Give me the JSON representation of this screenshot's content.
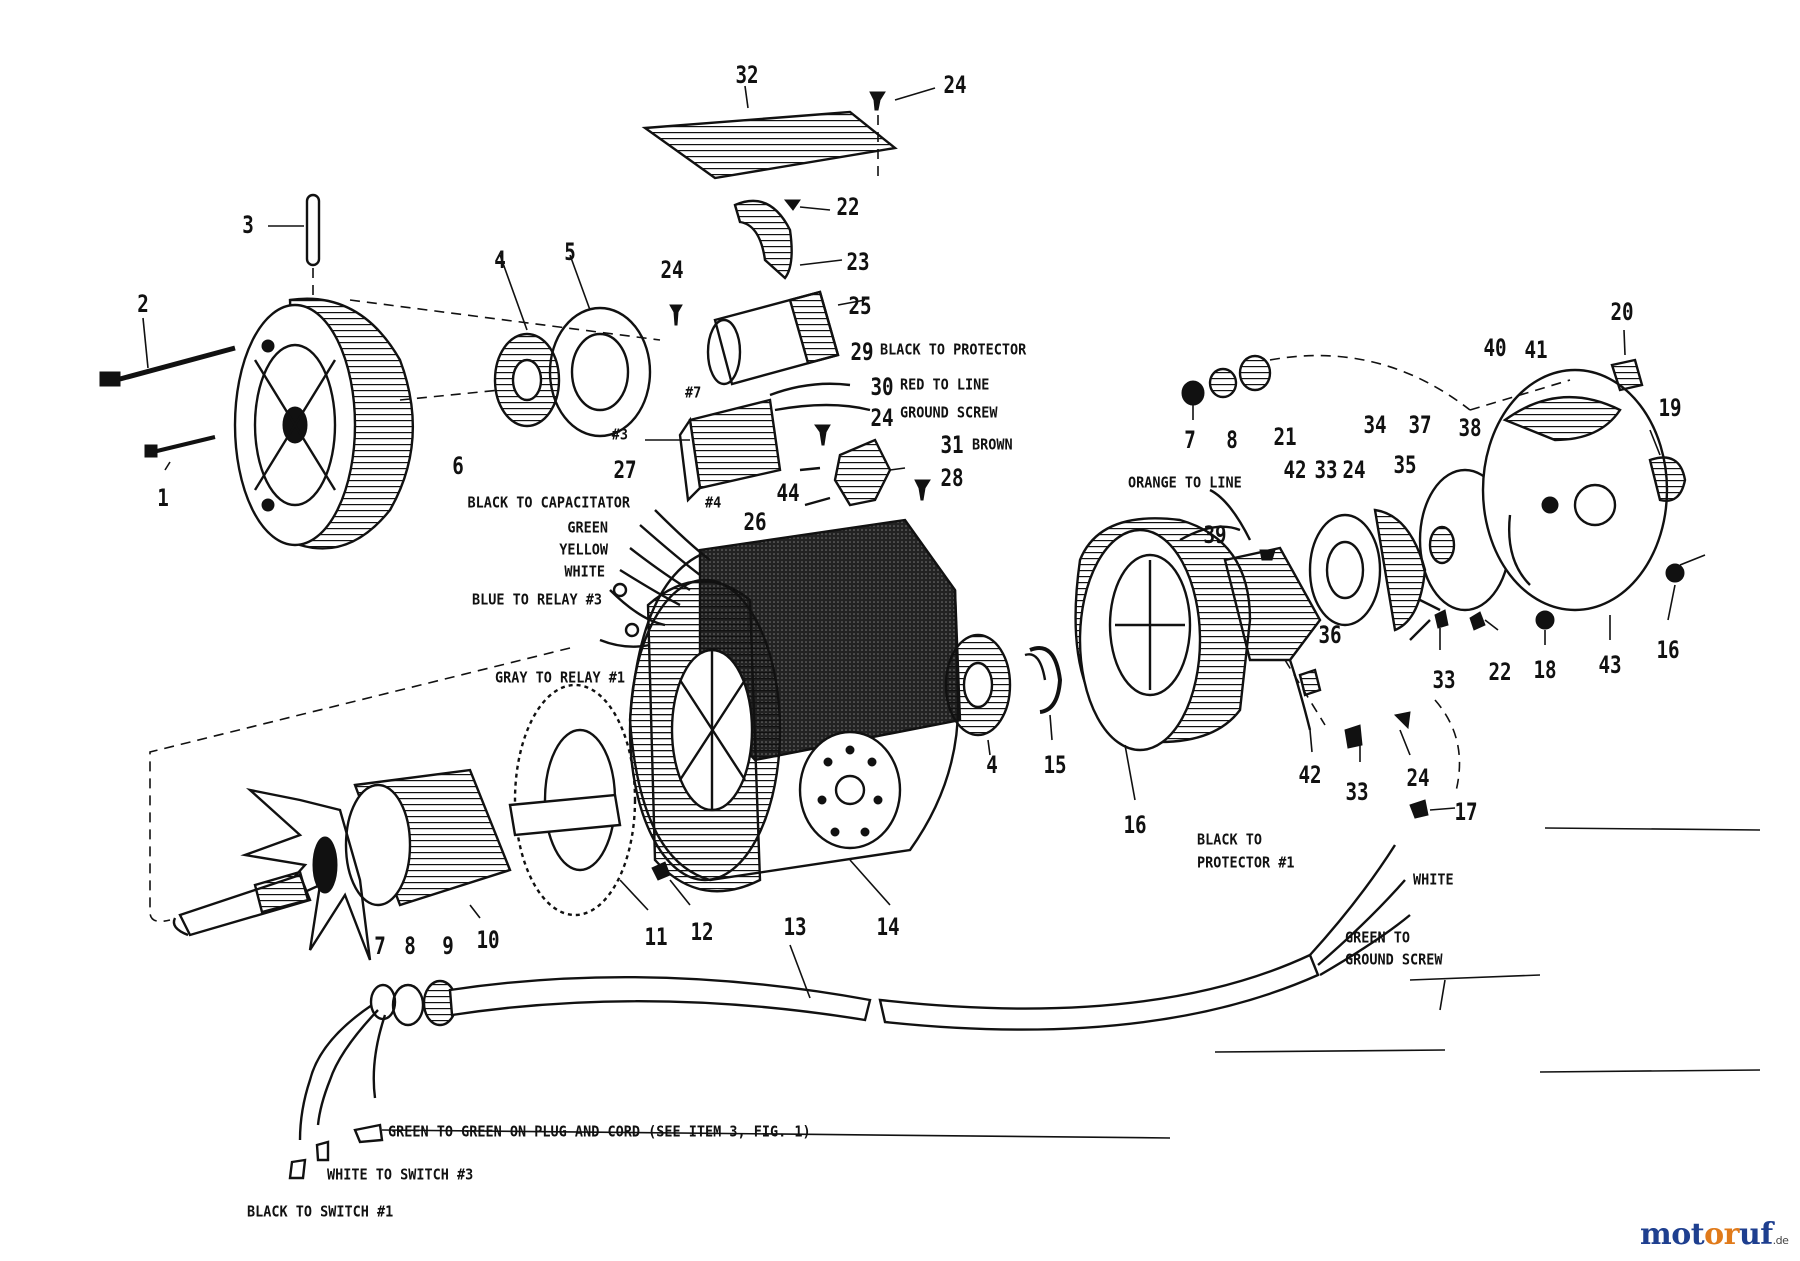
{
  "part_numbers": {
    "p1": "1",
    "p2": "2",
    "p3": "3",
    "p4a": "4",
    "p5": "5",
    "p6": "6",
    "p32": "32",
    "p24a": "24",
    "p22a": "22",
    "p23": "23",
    "p24b": "24",
    "p25": "25",
    "p29": "29",
    "p30": "30",
    "p24c": "24",
    "p31": "31",
    "p28": "28",
    "p27": "27",
    "p44": "44",
    "p26": "26",
    "p7a": "7",
    "p8a": "8",
    "p21": "21",
    "p34": "34",
    "p37": "37",
    "p38a": "38",
    "p40": "40",
    "p41": "41",
    "p20": "20",
    "p19": "19",
    "p42a": "42",
    "p33a": "33",
    "p24d": "24",
    "p35": "35",
    "p39": "39",
    "p36": "36",
    "p33b": "33",
    "p22b": "22",
    "p18": "18",
    "p43": "43",
    "p16": "16",
    "p4b": "4",
    "p15": "15",
    "p16b": "16",
    "p42b": "42",
    "p33c": "33",
    "p24e": "24",
    "p17": "17",
    "p10": "10",
    "p11": "11",
    "p12": "12",
    "p13": "13",
    "p14": "14",
    "p7b": "7",
    "p8b": "8",
    "p9": "9"
  },
  "wire_labels": {
    "black_to_protector": "BLACK TO PROTECTOR",
    "red_to_line": "RED TO LINE",
    "ground_screw": "GROUND SCREW",
    "brown": "BROWN",
    "relay_7": "#7",
    "relay_3": "#3",
    "relay_4": "#4",
    "black_to_capacitator": "BLACK TO CAPACITATOR",
    "green": "GREEN",
    "yellow": "YELLOW",
    "white_1": "WHITE",
    "blue_to_relay": "BLUE TO RELAY #3",
    "gray_to_relay": "GRAY TO RELAY #1",
    "orange_to_line": "ORANGE TO LINE",
    "black_to_protector_1": "BLACK TO",
    "black_to_protector_2": "PROTECTOR #1",
    "white_2": "WHITE",
    "green_to_ground_1": "GREEN TO",
    "green_to_ground_2": "GROUND SCREW",
    "green_to_plug": "GREEN TO GREEN ON PLUG AND CORD (SEE ITEM 3, FIG. 1)",
    "white_to_switch": "WHITE TO SWITCH #3",
    "black_to_switch": "BLACK TO SWITCH #1"
  },
  "watermark": {
    "part1": "mot",
    "part2": "or",
    "part3": "uf",
    "suffix": ".de"
  },
  "colors": {
    "ink": "#111111",
    "brand_blue": "#1e3f8f",
    "brand_orange": "#e07a1a"
  }
}
